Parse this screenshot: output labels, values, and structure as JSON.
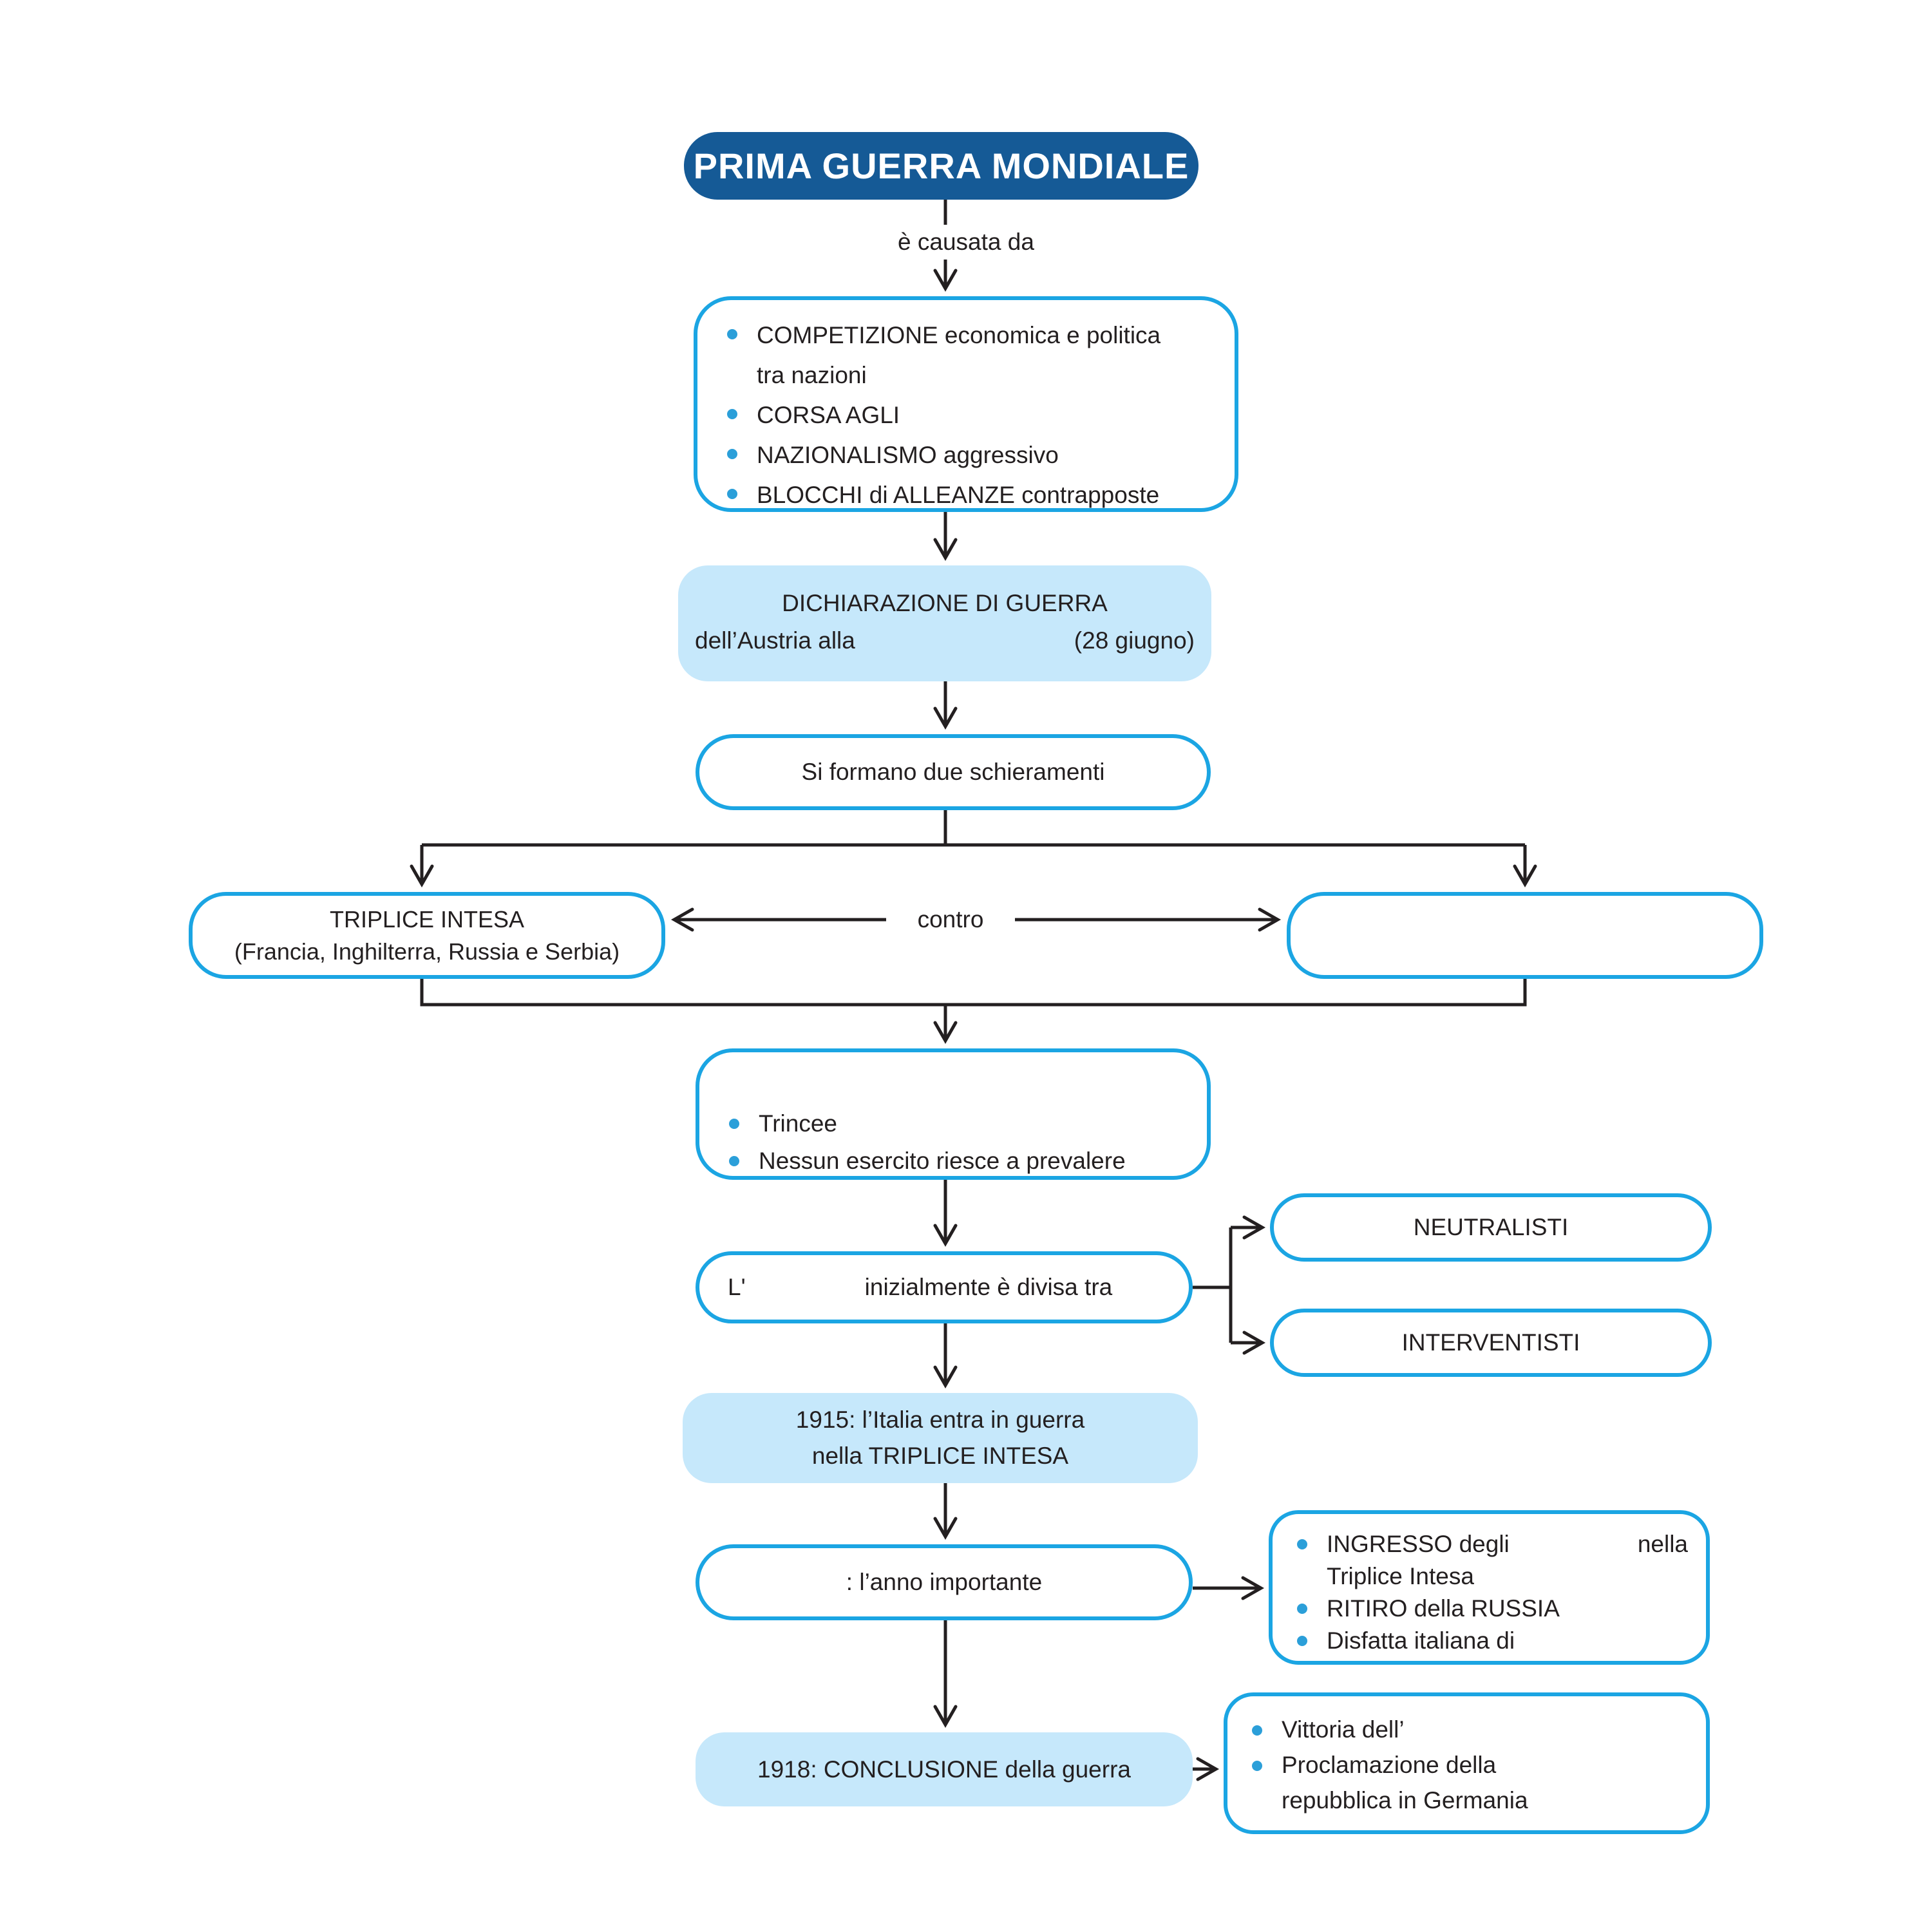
{
  "colors": {
    "header_bg": "#155a96",
    "box_border": "#1ba5e3",
    "highlight_bg": "#c6e8fb",
    "bullet_dot": "#2b9fd9",
    "line": "#231f20"
  },
  "title_box": {
    "label": "PRIMA GUERRA MONDIALE"
  },
  "connector_labels": {
    "caused_by": "è causata da",
    "versus": "contro"
  },
  "causes_box": {
    "bullets": [
      "COMPETIZIONE economica e politica tra nazioni",
      "CORSA AGLI",
      "NAZIONALISMO aggressivo",
      "BLOCCHI di ALLEANZE contrapposte"
    ]
  },
  "declaration_box": {
    "line_1": "DICHIARAZIONE DI GUERRA",
    "line_2_start": "dell’Austria alla",
    "line_2_end": "(28 giugno)"
  },
  "alignments_box": {
    "label": "Si formano due schieramenti"
  },
  "triple_entente_box": {
    "line_1": "TRIPLICE INTESA",
    "line_2": "(Francia, Inghilterra, Russia e Serbia)"
  },
  "opposing_side_box": {
    "label": ""
  },
  "war_features_box": {
    "bullets": [
      "Trincee",
      "Nessun esercito riesce a prevalere"
    ]
  },
  "italy_divided_box": {
    "prefix": "L'",
    "suffix": "inizialmente è divisa tra"
  },
  "neutralisti_box": {
    "label": "NEUTRALISTI"
  },
  "interventisti_box": {
    "label": "INTERVENTISTI"
  },
  "italy_1915_box": {
    "line_1": "1915: l’Italia entra in guerra",
    "line_2": "nella TRIPLICE INTESA"
  },
  "important_year_box": {
    "label": ": l’anno importante"
  },
  "year_events_box": {
    "bullet_1_start": "INGRESSO degli",
    "bullet_1_end": "nella",
    "bullet_1_line_2": "Triplice Intesa",
    "bullet_2": "RITIRO della RUSSIA",
    "bullet_3": "Disfatta italiana di"
  },
  "conclusion_1918_box": {
    "label": "1918: CONCLUSIONE della guerra"
  },
  "conclusion_events_box": {
    "bullet_1": "Vittoria dell’",
    "bullet_2": "Proclamazione della repubblica in Germania"
  }
}
